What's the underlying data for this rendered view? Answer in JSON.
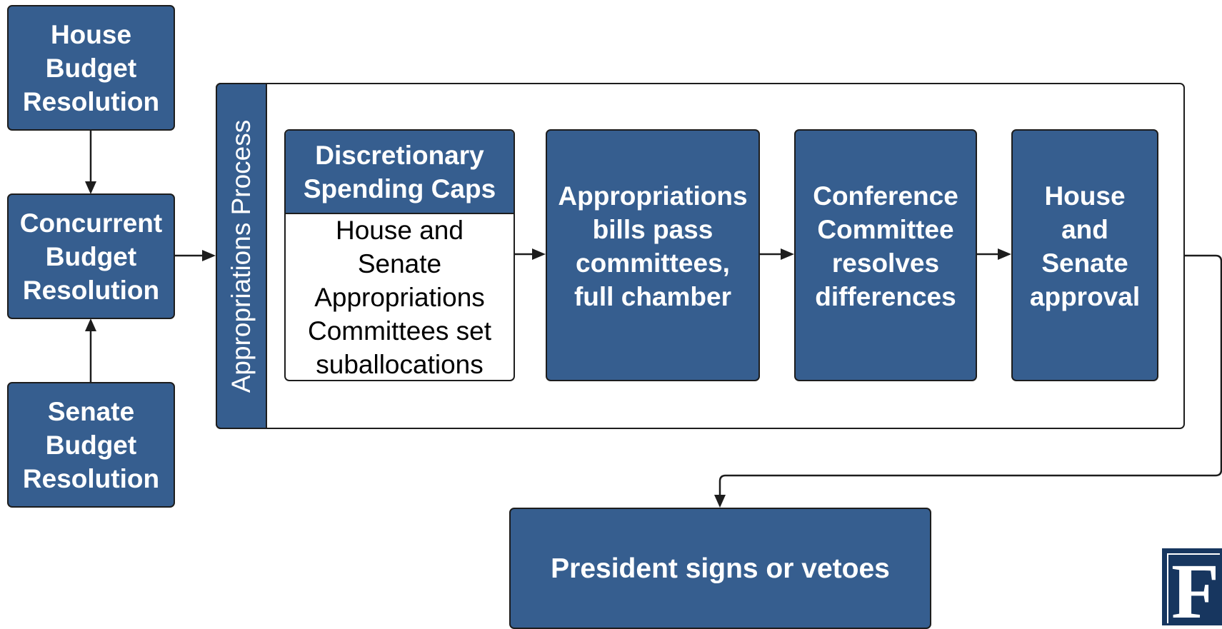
{
  "colors": {
    "box_fill": "#365e8f",
    "border": "#1d1d1d",
    "logo": "#17365f"
  },
  "budget": {
    "house": "House\nBudget\nResolution",
    "concurrent": "Concurrent\nBudget\nResolution",
    "senate": "Senate\nBudget\nResolution"
  },
  "process": {
    "title": "Appropriations Process",
    "caps_title": "Discretionary\nSpending Caps",
    "caps_body": "House and\nSenate\nAppropriations\nCommittees set\nsuballocations",
    "step1": "Appropriations\nbills pass\ncommittees,\nfull chamber",
    "step2": "Conference\nCommittee\nresolves\ndifferences",
    "step3": "House\nand\nSenate\napproval"
  },
  "president": "President signs or vetoes",
  "logo": {
    "letter": "F"
  }
}
